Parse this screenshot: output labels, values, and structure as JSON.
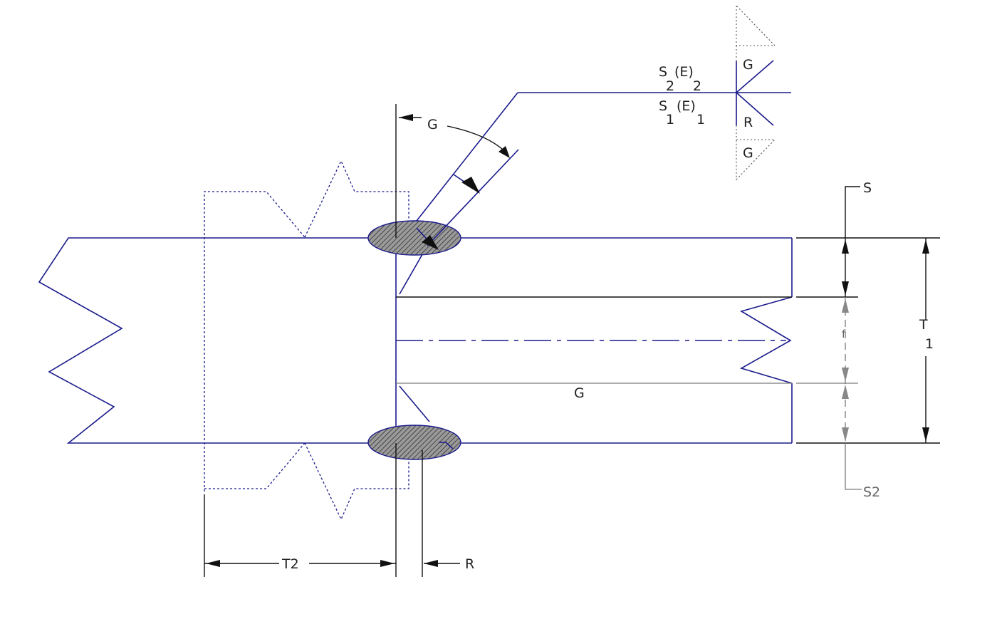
{
  "labels": {
    "angle_g": "G",
    "s_top": "S",
    "s_bottom": "S2",
    "t1_letter": "T",
    "t1_index": "1",
    "t2": "T2",
    "r_dim": "R",
    "g_gap": "G",
    "f_face": "f",
    "sym_s2": "S",
    "sym_s2_sub": "2",
    "sym_e2": "(E)",
    "sym_e2_sub": "2",
    "sym_s1": "S",
    "sym_s1_sub": "1",
    "sym_e1": "(E)",
    "sym_e1_sub": "1",
    "sym_g_upper": "G",
    "sym_r": "R",
    "sym_g_lower": "G"
  },
  "colors": {
    "part_line": "#1a1a8c",
    "dimension_line": "#111111",
    "hidden_dimension": "#7a7a7a",
    "weld_fill": "#8a8a8a",
    "background": "#ffffff"
  }
}
